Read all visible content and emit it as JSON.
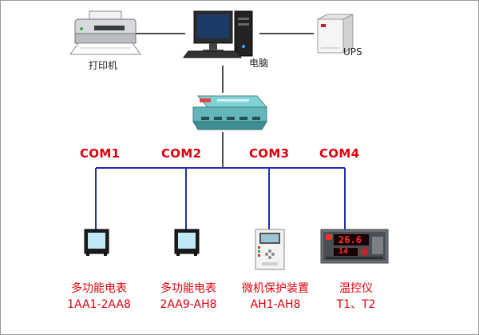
{
  "nodes": {
    "printer": {
      "label": "打印机"
    },
    "computer": {
      "label": "电脑"
    },
    "ups": {
      "label": "UPS"
    },
    "converter": {
      "label": ""
    }
  },
  "ports": [
    "COM1",
    "COM2",
    "COM3",
    "COM4"
  ],
  "devices": [
    {
      "line1": "多功能电表",
      "line2": "1AA1-2AA8"
    },
    {
      "line1": "多功能电表",
      "line2": "2AA9-AH8"
    },
    {
      "line1": "微机保护装置",
      "line2": "AH1-AH8"
    },
    {
      "line1": "温控仪",
      "line2": "T1、T2"
    }
  ],
  "temp_display": {
    "top": "26.6",
    "bottom": "14"
  },
  "colors": {
    "bus": "#1f2fb0",
    "link": "#111111",
    "label_red": "#e0000b"
  }
}
